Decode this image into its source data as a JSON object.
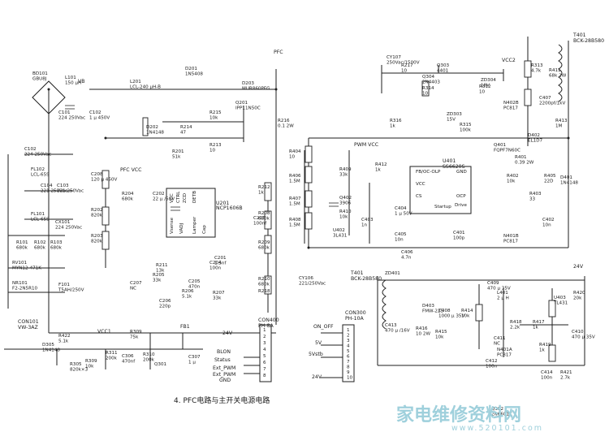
{
  "caption": "4. PFC电路与主开关电源电路",
  "watermark": {
    "text": "家电维修资料网",
    "url": "www.520101.com"
  },
  "power_nets": [
    "VB",
    "PFC",
    "PFC VCC",
    "PWM VCC",
    "VCC2",
    "VCC1",
    "24V",
    "FB1"
  ],
  "ic_blocks": [
    {
      "ref": "U201",
      "part": "NCP1606B",
      "pins": [
        "VCC",
        "CTRL",
        "ZCD",
        "DETB",
        "Vsense",
        "VADJ",
        "Lamper",
        "Cap"
      ]
    },
    {
      "ref": "U401",
      "part": "SS6620S",
      "pins": [
        "FB/OC-OLP",
        "VCC",
        "CS",
        "GND",
        "OCP",
        "Drive",
        "Startup"
      ]
    }
  ],
  "transformers": [
    {
      "ref": "T401",
      "part": "BCK-28B580",
      "side": "primary"
    },
    {
      "ref": "T401",
      "part": "BCK-28B580",
      "side": "secondary"
    }
  ],
  "connectors": [
    {
      "ref": "CON400",
      "part": "PH-8A",
      "signals": [
        "24V",
        "",
        "",
        "BLON",
        "Status",
        "Ext_PWM",
        "Ext_PWM",
        "GND"
      ],
      "pins": [
        "1",
        "2",
        "3",
        "4",
        "5",
        "6",
        "7",
        "8"
      ]
    },
    {
      "ref": "CON300",
      "part": "PH-10A",
      "signals": [
        "ON_OFF",
        "5V",
        "5Vstb",
        "24V"
      ],
      "pins": [
        "1",
        "2",
        "3",
        "4",
        "5",
        "6",
        "7",
        "8",
        "9",
        "10"
      ]
    },
    {
      "ref": "CON101",
      "part": "VW-3AZ",
      "signals": [],
      "pins": []
    }
  ],
  "components": [
    {
      "ref": "BD101",
      "value": "GBU8J"
    },
    {
      "ref": "L101",
      "value": "150 μH"
    },
    {
      "ref": "C101",
      "value": "224 250Vac"
    },
    {
      "ref": "C102",
      "value": "1 μ 450V"
    },
    {
      "ref": "C102",
      "value": "224 250Vac"
    },
    {
      "ref": "FL102",
      "value": "LCL-65S"
    },
    {
      "ref": "C104",
      "value": "221 250Vac"
    },
    {
      "ref": "C103",
      "value": "221 250Vac"
    },
    {
      "ref": "FL101",
      "value": "LCL-65S"
    },
    {
      "ref": "CX101",
      "value": "224 250Vac"
    },
    {
      "ref": "R101",
      "value": "680k"
    },
    {
      "ref": "R102",
      "value": "680k"
    },
    {
      "ref": "R103",
      "value": "680k"
    },
    {
      "ref": "RV101",
      "value": "MYN12-471K"
    },
    {
      "ref": "NR101",
      "value": "F2-2N5R10"
    },
    {
      "ref": "F101",
      "value": "T5AH/250V"
    },
    {
      "ref": "L201",
      "value": "LCL-240 μH-B"
    },
    {
      "ref": "D201",
      "value": "1N5408"
    },
    {
      "ref": "D203",
      "value": "MUR860PFG"
    },
    {
      "ref": "Q201",
      "value": "IPP11N50C"
    },
    {
      "ref": "R215",
      "value": "10k"
    },
    {
      "ref": "R214",
      "value": "47"
    },
    {
      "ref": "D202",
      "value": "1N4148"
    },
    {
      "ref": "R201",
      "value": "51k"
    },
    {
      "ref": "R213",
      "value": "10"
    },
    {
      "ref": "R216",
      "value": "0.1 2W"
    },
    {
      "ref": "C208",
      "value": "120 μ 450V"
    },
    {
      "ref": "R202",
      "value": "820k"
    },
    {
      "ref": "R203",
      "value": "820k"
    },
    {
      "ref": "R204",
      "value": "680k"
    },
    {
      "ref": "C202",
      "value": "22 μ /50V"
    },
    {
      "ref": "C203",
      "value": "100nf"
    },
    {
      "ref": "R212",
      "value": "1k"
    },
    {
      "ref": "R208",
      "value": "680k"
    },
    {
      "ref": "R209",
      "value": "680k"
    },
    {
      "ref": "R210",
      "value": "680k"
    },
    {
      "ref": "R218",
      "value": ""
    },
    {
      "ref": "R211",
      "value": "13k"
    },
    {
      "ref": "R205",
      "value": "33k"
    },
    {
      "ref": "C205",
      "value": "470n"
    },
    {
      "ref": "C204",
      "value": "100n"
    },
    {
      "ref": "C201",
      "value": "1.5nf"
    },
    {
      "ref": "R206",
      "value": "5.1k"
    },
    {
      "ref": "R207",
      "value": "33k"
    },
    {
      "ref": "C206",
      "value": "220p"
    },
    {
      "ref": "C207",
      "value": "NC"
    },
    {
      "ref": "CY106",
      "value": "221/250Vac"
    },
    {
      "ref": "CY107",
      "value": "250Vac/1500V"
    },
    {
      "ref": "R217",
      "value": "10"
    },
    {
      "ref": "Q303",
      "value": "4401"
    },
    {
      "ref": "Q304",
      "value": "2N4403"
    },
    {
      "ref": "R314",
      "value": "10"
    },
    {
      "ref": "R316",
      "value": "1k"
    },
    {
      "ref": "ZD303",
      "value": "15V"
    },
    {
      "ref": "R315",
      "value": "100k"
    },
    {
      "ref": "ZD304",
      "value": "18V"
    },
    {
      "ref": "R312",
      "value": "10"
    },
    {
      "ref": "N402B",
      "value": "PC817"
    },
    {
      "ref": "R313",
      "value": "4.7k"
    },
    {
      "ref": "R411",
      "value": "68k 2W"
    },
    {
      "ref": "C407",
      "value": "2200pf/1kV"
    },
    {
      "ref": "R413",
      "value": "1M"
    },
    {
      "ref": "D402",
      "value": "EL1D7"
    },
    {
      "ref": "Q401",
      "value": "FQPF7N60C"
    },
    {
      "ref": "R401",
      "value": "0.39 2W"
    },
    {
      "ref": "R402",
      "value": "10k"
    },
    {
      "ref": "R405",
      "value": "22D"
    },
    {
      "ref": "D401",
      "value": "1N4148"
    },
    {
      "ref": "R403",
      "value": "33"
    },
    {
      "ref": "R404",
      "value": "10"
    },
    {
      "ref": "R406",
      "value": "1.5M"
    },
    {
      "ref": "R407",
      "value": "1.5M"
    },
    {
      "ref": "R408",
      "value": "1.5M"
    },
    {
      "ref": "R409",
      "value": "33k"
    },
    {
      "ref": "R412",
      "value": "1k"
    },
    {
      "ref": "Q402",
      "value": "3906"
    },
    {
      "ref": "R410",
      "value": "10k"
    },
    {
      "ref": "U402",
      "value": "3L431"
    },
    {
      "ref": "C403",
      "value": "1n"
    },
    {
      "ref": "C404",
      "value": "1 μ 50V"
    },
    {
      "ref": "C405",
      "value": "10n"
    },
    {
      "ref": "C406",
      "value": "4.7n"
    },
    {
      "ref": "N401B",
      "value": "PC817"
    },
    {
      "ref": "C402",
      "value": "10n"
    },
    {
      "ref": "C401",
      "value": "100p"
    },
    {
      "ref": "ZD401",
      "value": ""
    },
    {
      "ref": "D403",
      "value": "FMW-22S"
    },
    {
      "ref": "C413",
      "value": "470 μ /16V"
    },
    {
      "ref": "R416",
      "value": "10 2W"
    },
    {
      "ref": "C408",
      "value": "1000 μ 35V"
    },
    {
      "ref": "R414",
      "value": "10k"
    },
    {
      "ref": "R415",
      "value": "10k"
    },
    {
      "ref": "C409",
      "value": "470 μ 35V"
    },
    {
      "ref": "L401",
      "value": "2 μ H"
    },
    {
      "ref": "R418",
      "value": "2.2k"
    },
    {
      "ref": "R417",
      "value": "1k"
    },
    {
      "ref": "C411",
      "value": "NC"
    },
    {
      "ref": "N401A",
      "value": "PC817"
    },
    {
      "ref": "R419",
      "value": "1k"
    },
    {
      "ref": "C412",
      "value": "100n"
    },
    {
      "ref": "U403",
      "value": "TL431"
    },
    {
      "ref": "R420",
      "value": "20k"
    },
    {
      "ref": "C410",
      "value": "470 μ 35V"
    },
    {
      "ref": "C414",
      "value": "100n"
    },
    {
      "ref": "R421",
      "value": "2.7k"
    },
    {
      "ref": "R422",
      "value": "5.1k"
    },
    {
      "ref": "D305",
      "value": "1N4148"
    },
    {
      "ref": "R305",
      "value": "820k×3"
    },
    {
      "ref": "R309",
      "value": "75k"
    },
    {
      "ref": "R311",
      "value": "200k"
    },
    {
      "ref": "R309",
      "value": "10k"
    },
    {
      "ref": "C306",
      "value": "470nf"
    },
    {
      "ref": "R310",
      "value": "200k"
    },
    {
      "ref": "Q301",
      "value": ""
    },
    {
      "ref": "C307",
      "value": "1 μ"
    },
    {
      "ref": "Q302",
      "value": "2N6601K"
    }
  ]
}
